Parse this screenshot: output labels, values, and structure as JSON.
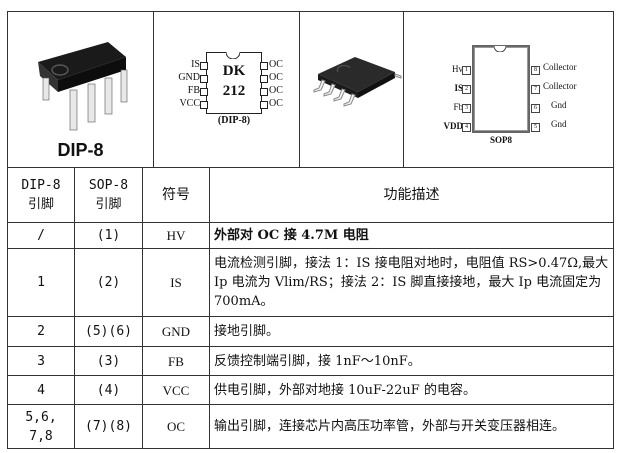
{
  "images": {
    "dip8_photo": {
      "caption": "DIP-8"
    },
    "dk212_diagram": {
      "chip_line1": "DK",
      "chip_line2": "212",
      "package": "(DIP-8)",
      "left_pins": [
        "IS",
        "GND",
        "FB",
        "VCC"
      ],
      "right_pins": [
        "OC",
        "OC",
        "OC",
        "OC"
      ]
    },
    "sop8_photo": {},
    "sop8_diagram": {
      "package": "SOP8",
      "left_pins": [
        {
          "num": "1",
          "label": "Hv"
        },
        {
          "num": "2",
          "label": "IS"
        },
        {
          "num": "3",
          "label": "Fb"
        },
        {
          "num": "4",
          "label": "VDD"
        }
      ],
      "right_pins": [
        {
          "num": "8",
          "label": "Collector"
        },
        {
          "num": "7",
          "label": "Collector"
        },
        {
          "num": "6",
          "label": "Gnd"
        },
        {
          "num": "5",
          "label": "Gnd"
        }
      ]
    }
  },
  "table": {
    "headers": {
      "dip8_line1": "DIP-8",
      "dip8_line2": "引脚",
      "sop8_line1": "SOP-8",
      "sop8_line2": "引脚",
      "symbol": "符号",
      "description": "功能描述"
    },
    "rows": [
      {
        "dip": "/",
        "sop": "(1)",
        "symbol": "HV",
        "desc": "外部对 OC 接 4.7M 电阻"
      },
      {
        "dip": "1",
        "sop": "(2)",
        "symbol": "IS",
        "desc": "电流检测引脚，接法 1：IS 接电阻对地时，电阻值 RS>0.47Ω,最大 Ip 电流为 Vlim/RS；接法 2：IS 脚直接接地，最大 Ip 电流固定为 700mA。"
      },
      {
        "dip": "2",
        "sop": "(5)(6)",
        "symbol": "GND",
        "desc": "接地引脚。"
      },
      {
        "dip": "3",
        "sop": "(3)",
        "symbol": "FB",
        "desc": "反馈控制端引脚，接 1nF～10nF。"
      },
      {
        "dip": "4",
        "sop": "(4)",
        "symbol": "VCC",
        "desc": "供电引脚，外部对地接 10uF-22uF 的电容。"
      },
      {
        "dip": "5,6,\n7,8",
        "sop": "(7)(8)",
        "symbol": "OC",
        "desc": "输出引脚，连接芯片内高压功率管，外部与开关变压器相连。"
      }
    ]
  }
}
